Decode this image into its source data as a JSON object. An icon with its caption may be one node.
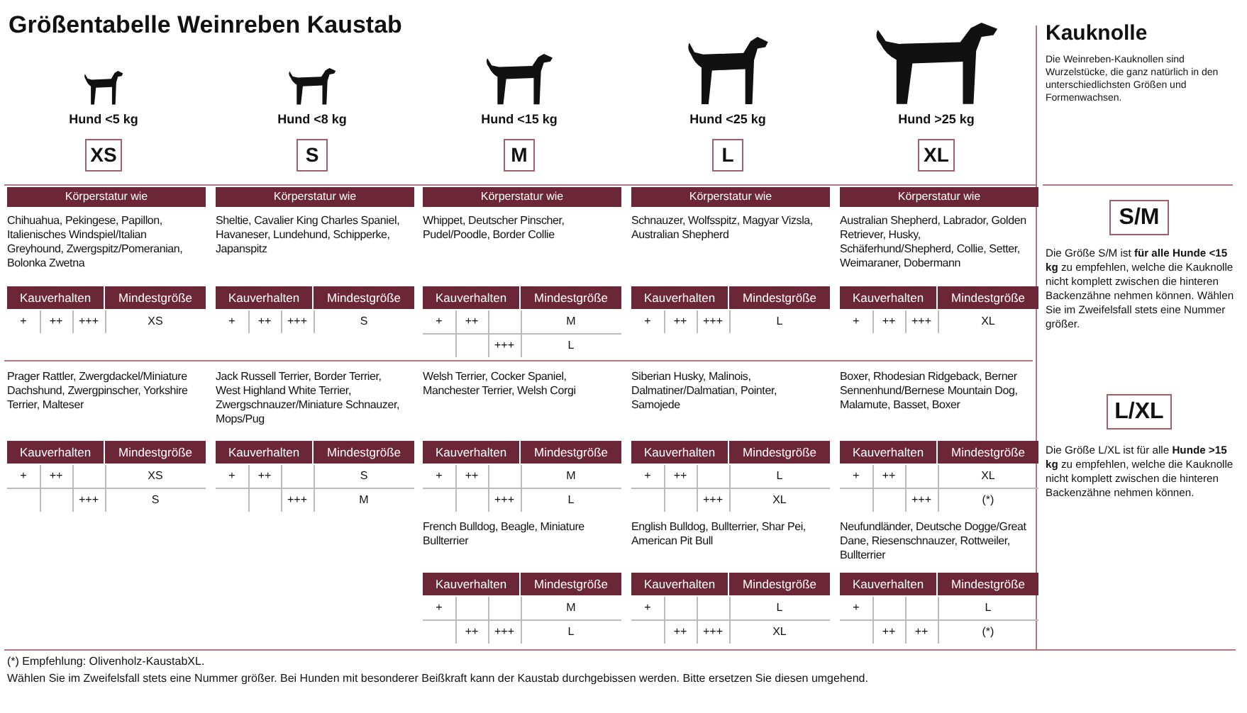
{
  "diagram": {
    "title": "Größentabelle Weinreben Kaustab",
    "nodes": [
      {
        "text": [
          "XS"
        ],
        "beside": [
          "Hund <5 kg"
        ]
      },
      {
        "text": [
          "S"
        ],
        "beside": [
          "Hund <8 kg"
        ]
      },
      {
        "text": [
          "M"
        ],
        "beside": [
          "Hund <15 kg"
        ]
      },
      {
        "text": [
          "L"
        ],
        "beside": [
          "Hund <25 kg"
        ]
      },
      {
        "text": [
          "XL"
        ],
        "beside": [
          "Hund >25 kg"
        ]
      },
      {
        "text": [
          "S/M"
        ]
      },
      {
        "text": [
          "L/XL"
        ]
      }
    ],
    "labels": [
      "Körperstatur wie",
      "Körperstatur wie",
      "Körperstatur wie",
      "Körperstatur wie",
      "Körperstatur wie",
      "Chihuahua, Pekingese, Papillon, Italienisches Windspiel/Italian Greyhound, Zwergspitz/Pomeranian, Bolonka Zwetna",
      "Kauverhalten",
      "Mindestgröße",
      "+",
      "++",
      "+++",
      "XS",
      "Sheltie, Cavalier King Charles Spaniel, Havaneser, Lundehund, Schipperke, Japanspitz",
      "Kauverhalten",
      "Mindestgröße",
      "+",
      "++",
      "+++",
      "S",
      "Whippet, Deutscher Pinscher, Pudel/Poodle, Border Collie",
      "Kauverhalten",
      "Mindestgröße",
      "+",
      "++",
      "M",
      "+++",
      "L",
      "Schnauzer, Wolfsspitz, Magyar Vizsla, Australian Shepherd",
      "Kauverhalten",
      "Mindestgröße",
      "+",
      "++",
      "+++",
      "L",
      "Australian Shepherd, Labrador, Golden Retriever, Husky, Schäferhund/Shepherd, Collie, Setter, Weimaraner, Dobermann",
      "Kauverhalten",
      "Mindestgröße",
      "+",
      "++",
      "+++",
      "XL",
      "Prager Rattler, Zwergdackel/Miniature Dachshund, Zwergpinscher, Yorkshire Terrier, Malteser",
      "Kauverhalten",
      "Mindestgröße",
      "+",
      "++",
      "XS",
      "+++",
      "S",
      "Jack Russell Terrier, Border Terrier, West Highland White Terrier, Zwergschnauzer/Miniature Schnauzer, Mops/Pug",
      "Kauverhalten",
      "Mindestgröße",
      "+",
      "++",
      "S",
      "+++",
      "M",
      "Welsh Terrier, Cocker Spaniel, Manchester Terrier, Welsh Corgi",
      "Kauverhalten",
      "Mindestgröße",
      "+",
      "++",
      "M",
      "+++",
      "L",
      "Siberian Husky, Malinois, Dalmatiner/Dalmatian, Pointer, Samojede",
      "Kauverhalten",
      "Mindestgröße",
      "+",
      "++",
      "L",
      "+++",
      "XL",
      "Boxer, Rhodesian Ridgeback, Berner Sennenhund/Bernese Mountain Dog, Malamute, Basset, Boxer",
      "Kauverhalten",
      "Mindestgröße",
      "+",
      "++",
      "XL",
      "+++",
      "(*)",
      "French Bulldog, Beagle, Miniature Bullterrier",
      "Kauverhalten",
      "Mindestgröße",
      "+",
      "M",
      "++",
      "+++",
      "L",
      "English Bulldog, Bullterrier, Shar Pei, American Pit Bull",
      "Kauverhalten",
      "Mindestgröße",
      "+",
      "L",
      "++",
      "+++",
      "XL",
      "Neufundländer, Deutsche Dogge/Great Dane, Riesenschnauzer, Rottweiler, Bullterrier",
      "Kauverhalten",
      "Mindestgröße",
      "+",
      "L",
      "++",
      "++",
      "(*)",
      "Kauknolle",
      "Die Weinreben-Kauknollen sind Wurzelstücke, die ganz natürlich in den unterschiedlichsten Größen und Formenwachsen.",
      "Die Größe S/M ist **für alle Hunde <15 kg** zu empfehlen, welche die Kauknolle nicht komplett zwischen die hinteren Backenzähne nehmen können. Wählen Sie im Zweifelsfall stets eine Nummer größer.",
      "Die Größe L/XL ist für alle **Hunde >15 kg** zu empfehlen, welche die Kauknolle nicht komplett zwischen die hinteren Backenzähne nehmen können.",
      "(*) Empfehlung: Olivenholz-KaustabXL.",
      "Wählen Sie im Zweifelsfall stets eine Nummer größer. Bei Hunden mit besonderer Beißkraft kann der Kaustab durchgebissen werden. Bitte ersetzen Sie diesen umgehend."
    ]
  }
}
